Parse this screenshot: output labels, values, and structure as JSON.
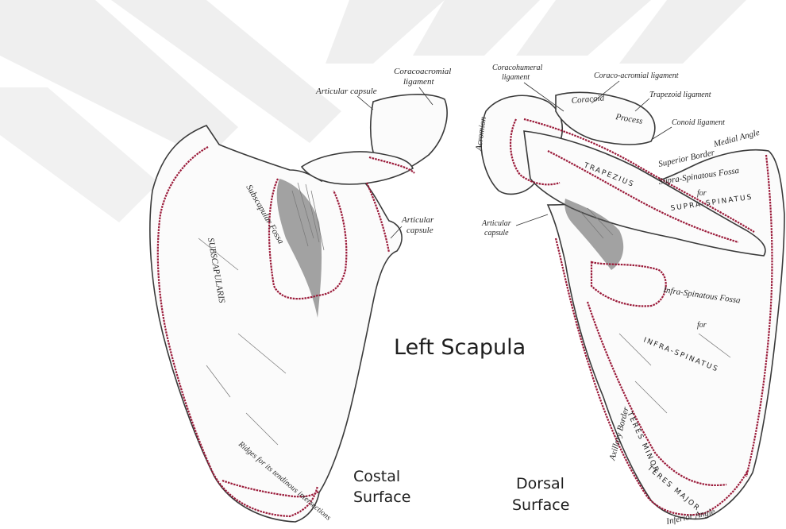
{
  "title": "Left Scapula",
  "costal_caption": [
    "Costal",
    "Surface"
  ],
  "dorsal_caption": [
    "Dorsal",
    "Surface"
  ],
  "left_labels": {
    "coracoacromial": [
      "Coracoacromial",
      "ligament"
    ],
    "articular_capsule_top": "Articular capsule",
    "articular_capsule_right": [
      "Articular",
      "capsule"
    ]
  },
  "right_labels": {
    "coracohumeral": [
      "Coracohumeral",
      "ligament"
    ],
    "coraco_acromial": "Coraco-acromial ligament",
    "trapezoid": "Trapezoid ligament",
    "conoid": "Conoid ligament",
    "acromion": "Acromion",
    "articular_capsule": [
      "Articular",
      "capsule"
    ],
    "medial_angle": "Medial Angle",
    "superior_border": "Superior Border",
    "supra_spinatous_fossa": "Supra-Spinatous Fossa",
    "infra_spinatous_fossa": "Infra-Spinatous Fossa",
    "infra_spinatus": "INFRA-SPINATUS",
    "trapezius": "TRAPEZIUS",
    "supra_spinatus": "SUPRA-SPINATUS",
    "for_1": "for",
    "for_2": "for",
    "axillary_border": "Axillary Border",
    "inferior_angle": "Inferior Angle",
    "teres_major": "TERES MAJOR",
    "teres_minor": "TERES MINOR",
    "coracoid": "Coracoid",
    "process": "Process"
  },
  "colors": {
    "muscle_line": "#9b1b3a",
    "watermark": "#ededed"
  }
}
